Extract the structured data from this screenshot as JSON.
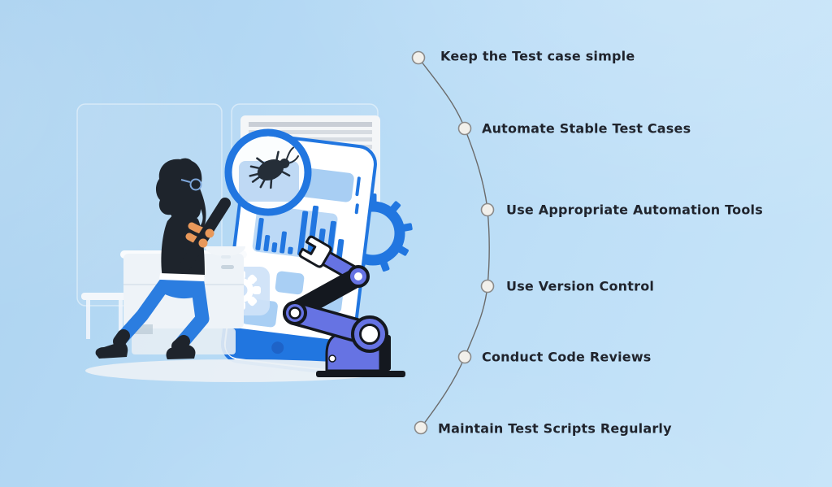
{
  "colors": {
    "accent_blue": "#2176E0",
    "robot_purple": "#6673E3",
    "dark_ink": "#1E242C",
    "skin": "#E8985A",
    "text_color": "#20242D",
    "node_fill": "#F2F0EB",
    "node_stroke": "#8A8A8A",
    "connector": "#6B6B6B",
    "bg_base1": "#ABD2F0",
    "bg_base2": "#B9DCF6",
    "bg_base3": "#C8E5F9"
  },
  "illustration": {
    "description": "Tester examining a bug on a smartphone screen through a magnifying glass while a robotic arm works beside it",
    "icons": [
      "magnifier-icon",
      "bug-icon",
      "bar-chart-icon",
      "gear-icon",
      "smartphone-icon",
      "document-icon",
      "robot-arm-icon"
    ]
  },
  "timeline": {
    "items": [
      {
        "label": "Keep the Test case simple"
      },
      {
        "label": "Automate Stable Test Cases"
      },
      {
        "label": "Use Appropriate Automation Tools"
      },
      {
        "label": "Use Version Control"
      },
      {
        "label": "Conduct Code Reviews"
      },
      {
        "label": "Maintain Test Scripts Regularly"
      }
    ]
  }
}
